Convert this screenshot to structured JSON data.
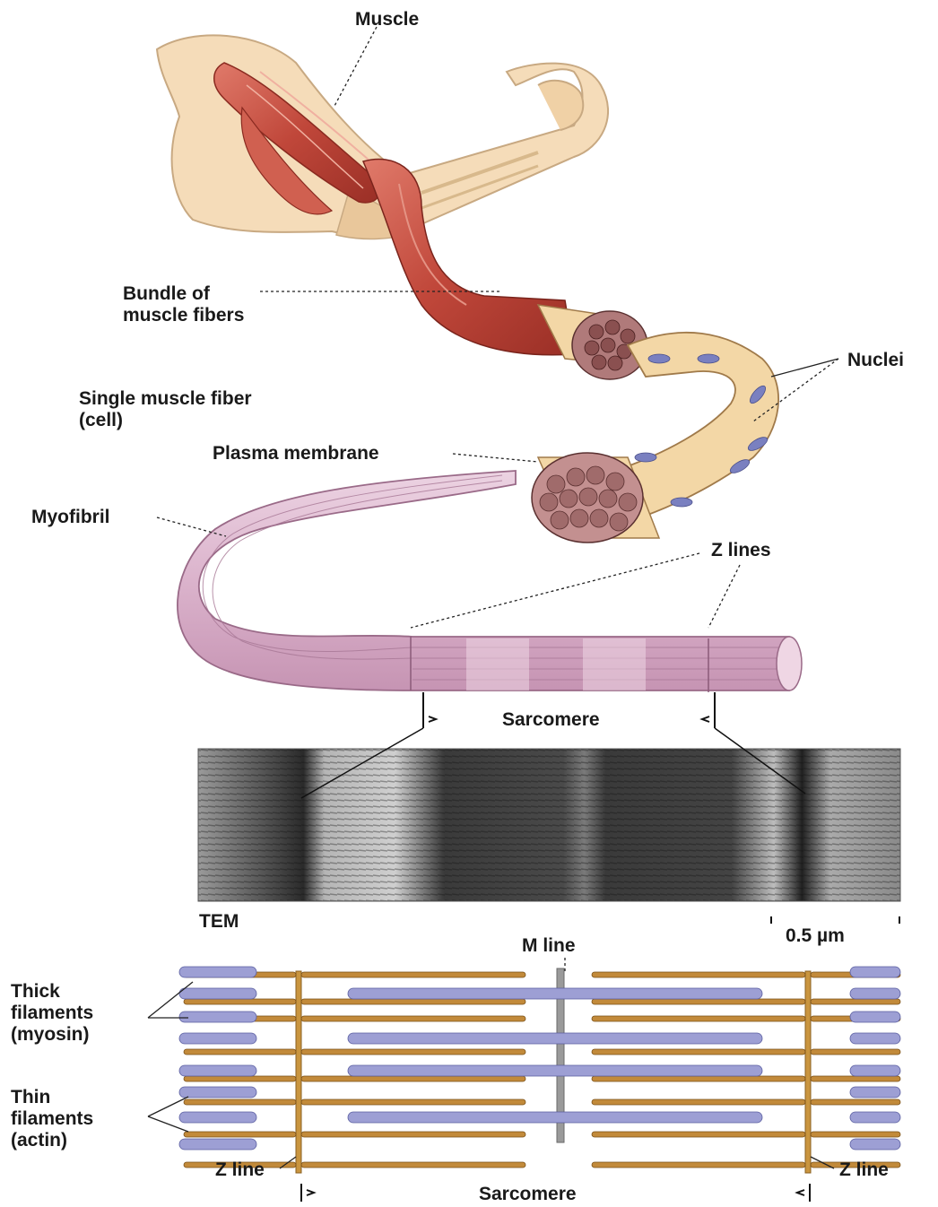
{
  "labels": {
    "muscle": "Muscle",
    "bundle_line1": "Bundle of",
    "bundle_line2": "muscle fibers",
    "nuclei": "Nuclei",
    "single_fiber_line1": "Single muscle fiber",
    "single_fiber_line2": "(cell)",
    "plasma_membrane": "Plasma membrane",
    "myofibril": "Myofibril",
    "z_lines": "Z lines",
    "sarcomere_top": "Sarcomere",
    "tem": "TEM",
    "scale_bar": "0.5 µm",
    "m_line": "M line",
    "thick_line1": "Thick",
    "thick_line2": "filaments",
    "thick_line3": "(myosin)",
    "thin_line1": "Thin",
    "thin_line2": "filaments",
    "thin_line3": "(actin)",
    "z_line_left": "Z line",
    "z_line_right": "Z line",
    "sarcomere_bottom": "Sarcomere"
  },
  "colors": {
    "muscle_red": "#c0473a",
    "fiber_tan": "#f3d7a6",
    "myofibril_pink": "#dbb3cc",
    "thick_filament": "#9d9fd4",
    "thin_filament": "#c28a3a",
    "z_line": "#c9953f",
    "m_line": "#9a9a9a",
    "skin": "#f5dcb9"
  }
}
